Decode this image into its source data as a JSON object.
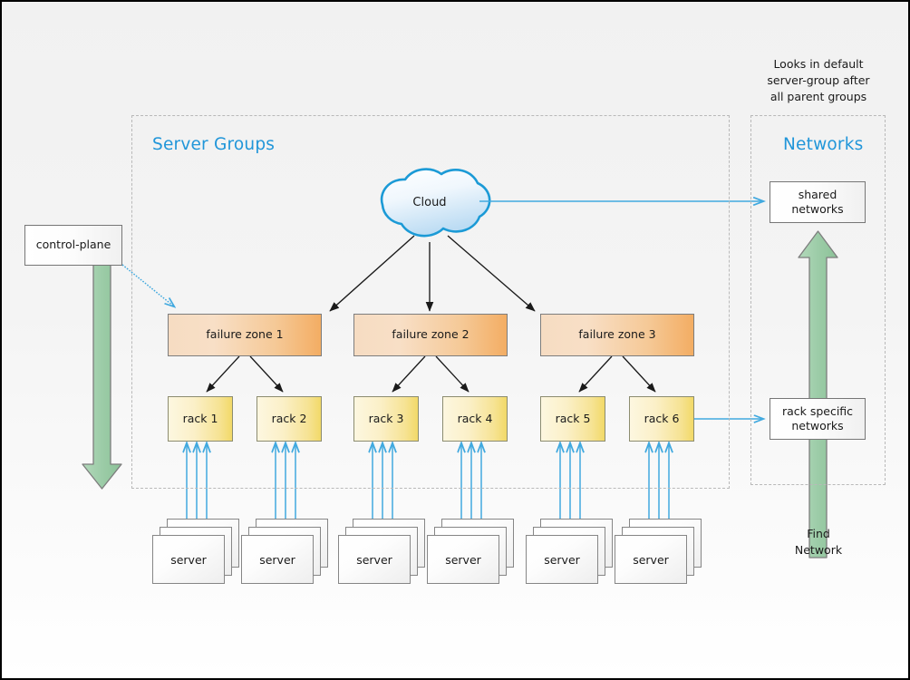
{
  "page": {
    "background_top": "#f1f1f1",
    "background_bottom": "#ffffff",
    "border_color": "#000000"
  },
  "groups": {
    "server_groups": {
      "title": "Server Groups",
      "title_color": "#2196d9"
    },
    "networks": {
      "title": "Networks",
      "title_color": "#2196d9"
    }
  },
  "notes": {
    "lookup_note": "Looks in default\nserver-group after\nall parent groups",
    "find_network": "Find\nNetwork"
  },
  "nodes": {
    "control_plane": {
      "label": "control-plane"
    },
    "cloud": {
      "label": "Cloud",
      "stroke": "#1b9ad6"
    },
    "failure_zones": [
      {
        "label": "failure zone 1"
      },
      {
        "label": "failure zone 2"
      },
      {
        "label": "failure zone 3"
      }
    ],
    "racks": [
      {
        "label": "rack 1"
      },
      {
        "label": "rack 2"
      },
      {
        "label": "rack 3"
      },
      {
        "label": "rack 4"
      },
      {
        "label": "rack 5"
      },
      {
        "label": "rack 6"
      }
    ],
    "servers": [
      {
        "label": "server"
      },
      {
        "label": "server"
      },
      {
        "label": "server"
      },
      {
        "label": "server"
      },
      {
        "label": "server"
      },
      {
        "label": "server"
      }
    ],
    "networks": [
      {
        "label": "shared\nnetworks"
      },
      {
        "label": "rack specific\nnetworks"
      }
    ]
  },
  "colors": {
    "accent_blue": "#2196d9",
    "link_blue": "#41a9df",
    "arrow_black": "#1a1a1a",
    "green_fill": "#97c9a3",
    "green_stroke": "#7d7d7d",
    "dashed_gray": "#b9b9b9",
    "failure_zone_gradient_from": "#f6dcc2",
    "failure_zone_gradient_to": "#f3ad63",
    "rack_gradient_from": "#fdf7e0",
    "rack_gradient_to": "#f2d968"
  }
}
